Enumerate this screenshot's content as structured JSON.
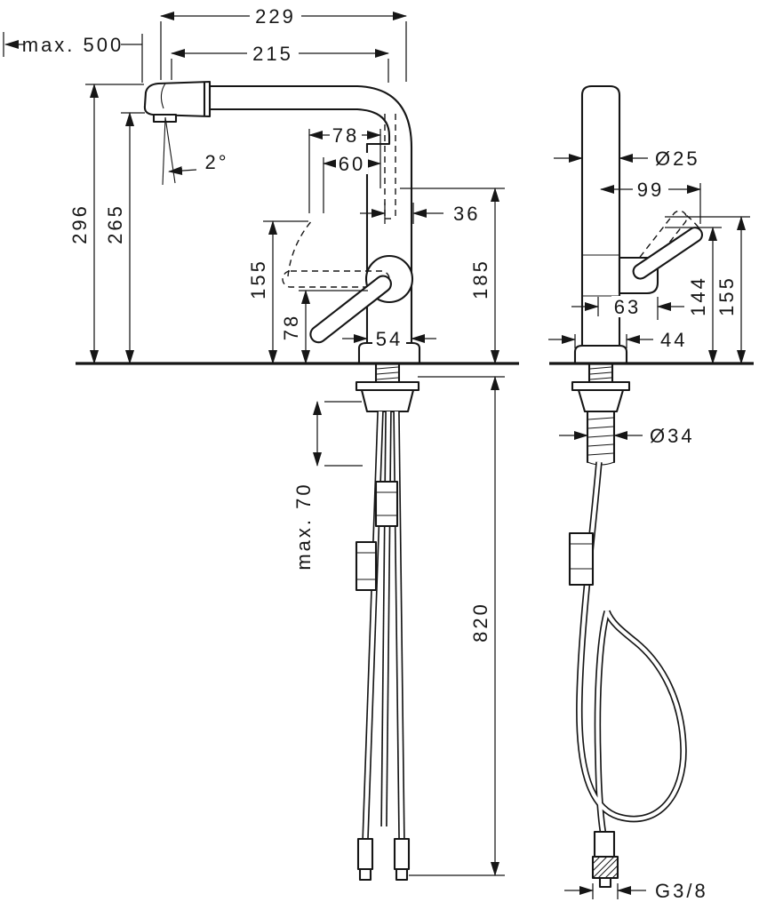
{
  "drawing": {
    "labels": {
      "overall_depth": "229",
      "spout_reach": "215",
      "pullout_length": "max. 500",
      "spray_angle": "2°",
      "height_to_spout_top": "296",
      "height_to_outlet": "265",
      "lever_reach_raised": "78",
      "lever_reach_mid": "60",
      "outlet_offset": "36",
      "lever_tip_height": "155",
      "lever_pivot_height": "78",
      "clearance_below_outlet": "185",
      "body_depth": "54",
      "column_diameter": "Ø25",
      "handle_reach": "99",
      "handle_depth": "63",
      "handle_height_a": "144",
      "handle_height_b": "155",
      "base_width": "44",
      "shank_diameter": "Ø34",
      "max_counter_thickness": "max. 70",
      "hose_length": "820",
      "connection_thread": "G3/8"
    }
  }
}
